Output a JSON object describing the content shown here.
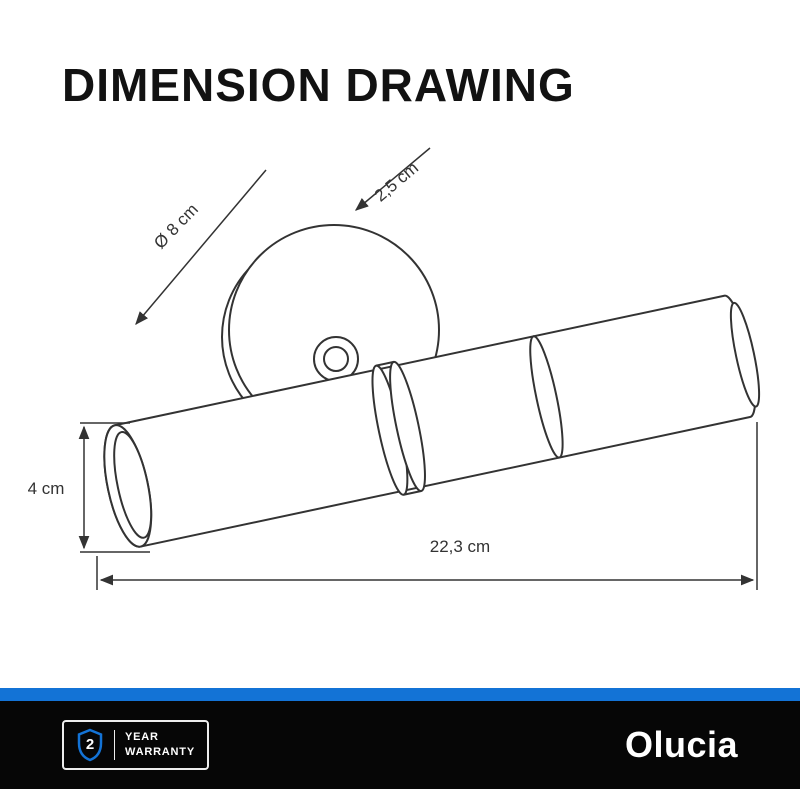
{
  "title": "DIMENSION DRAWING",
  "drawing": {
    "labels": {
      "diameter": "Ø 8 cm",
      "depth": "2,5 cm",
      "height": "4 cm",
      "length": "22,3 cm"
    }
  },
  "footer": {
    "warranty": {
      "years": "2",
      "line1": "YEAR",
      "line2": "WARRANTY"
    },
    "brand": "Olucia",
    "accent_color": "#1373d6",
    "band_color": "#060606",
    "line_color": "#333333"
  }
}
